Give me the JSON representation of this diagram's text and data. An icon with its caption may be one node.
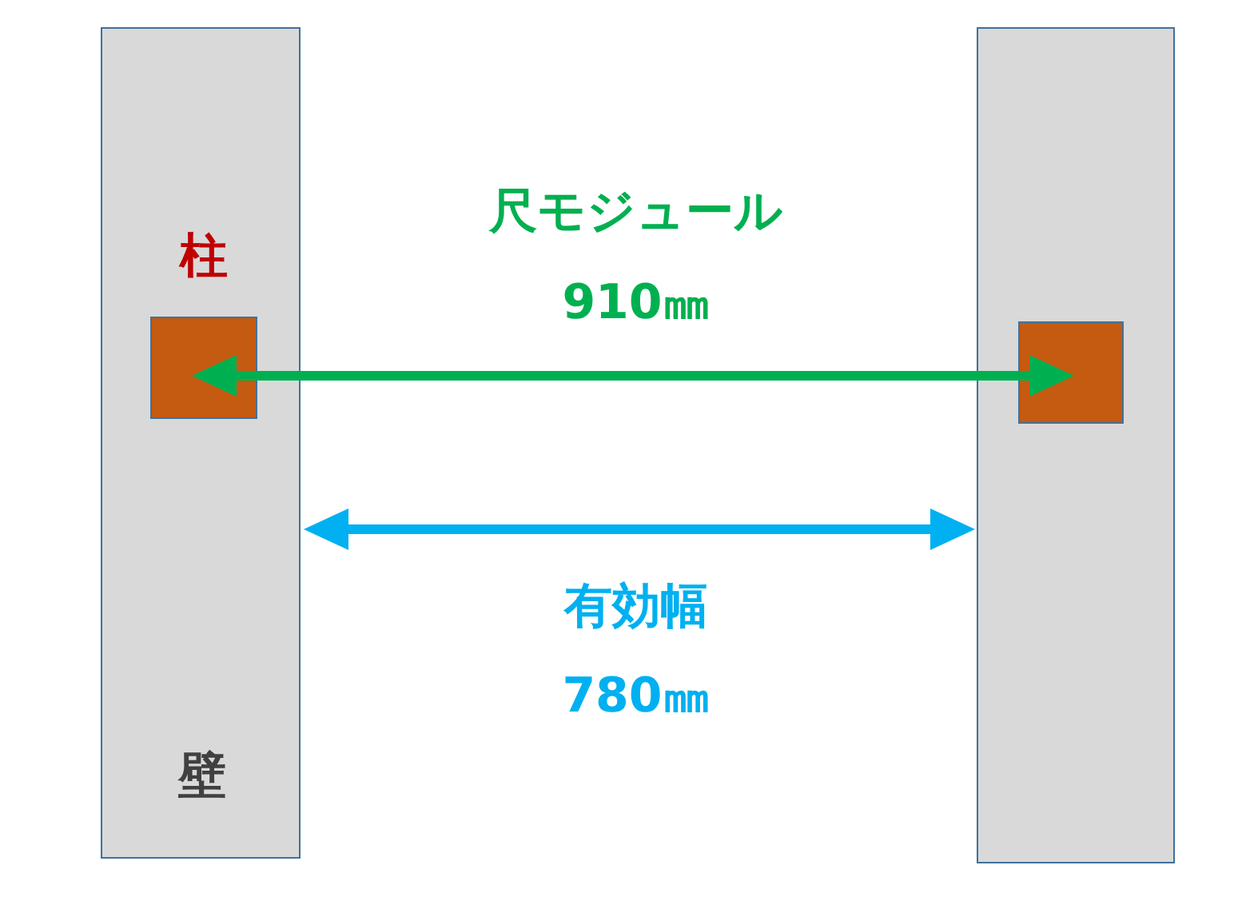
{
  "diagram": {
    "nodes": [
      {
        "text": [
          "壁"
        ]
      },
      {
        "text": [
          "柱"
        ],
        "in": 0
      },
      {
        "text": [],
        "shape": "box"
      },
      {
        "text": [],
        "shape": "box",
        "in": 2
      }
    ],
    "labels": [
      "尺モジュール",
      "910㎜",
      "有効幅",
      "780㎜"
    ]
  }
}
